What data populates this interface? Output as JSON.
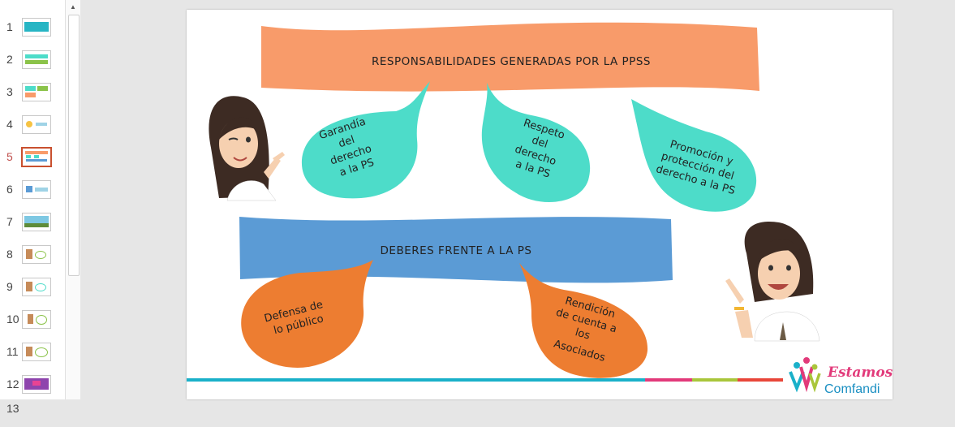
{
  "slides_panel": {
    "numbers": [
      "1",
      "2",
      "3",
      "4",
      "5",
      "6",
      "7",
      "8",
      "9",
      "10",
      "11",
      "12",
      "13"
    ],
    "selected": "5"
  },
  "slide": {
    "banner1": "RESPONSABILIDADES GENERADAS POR LA PPSS",
    "bubble_garantia": [
      "Garandía",
      "del",
      "derecho",
      "a la PS"
    ],
    "bubble_respeto": [
      "Respeto",
      "del",
      "derecho",
      "a la PS"
    ],
    "bubble_promocion": [
      "Promoción y",
      "protección del",
      "derecho a la PS"
    ],
    "banner2": "DEBERES FRENTE A LA PS",
    "bubble_defensa": [
      "Defensa de",
      "lo público"
    ],
    "bubble_rendicion": [
      "Rendición",
      "de cuenta a",
      "los",
      "Asociados"
    ],
    "logo_word1": "Estamos",
    "logo_word2": "Comfandi"
  },
  "colors": {
    "orange_banner": "#f89b6a",
    "teal": "#4ddcc9",
    "blue_banner": "#5b9bd5",
    "orange_bubble": "#ed7d31",
    "footer_teal": "#1ab0c9",
    "footer_pink": "#e23a7a",
    "footer_green": "#a9c63b",
    "footer_red": "#e8463a"
  }
}
